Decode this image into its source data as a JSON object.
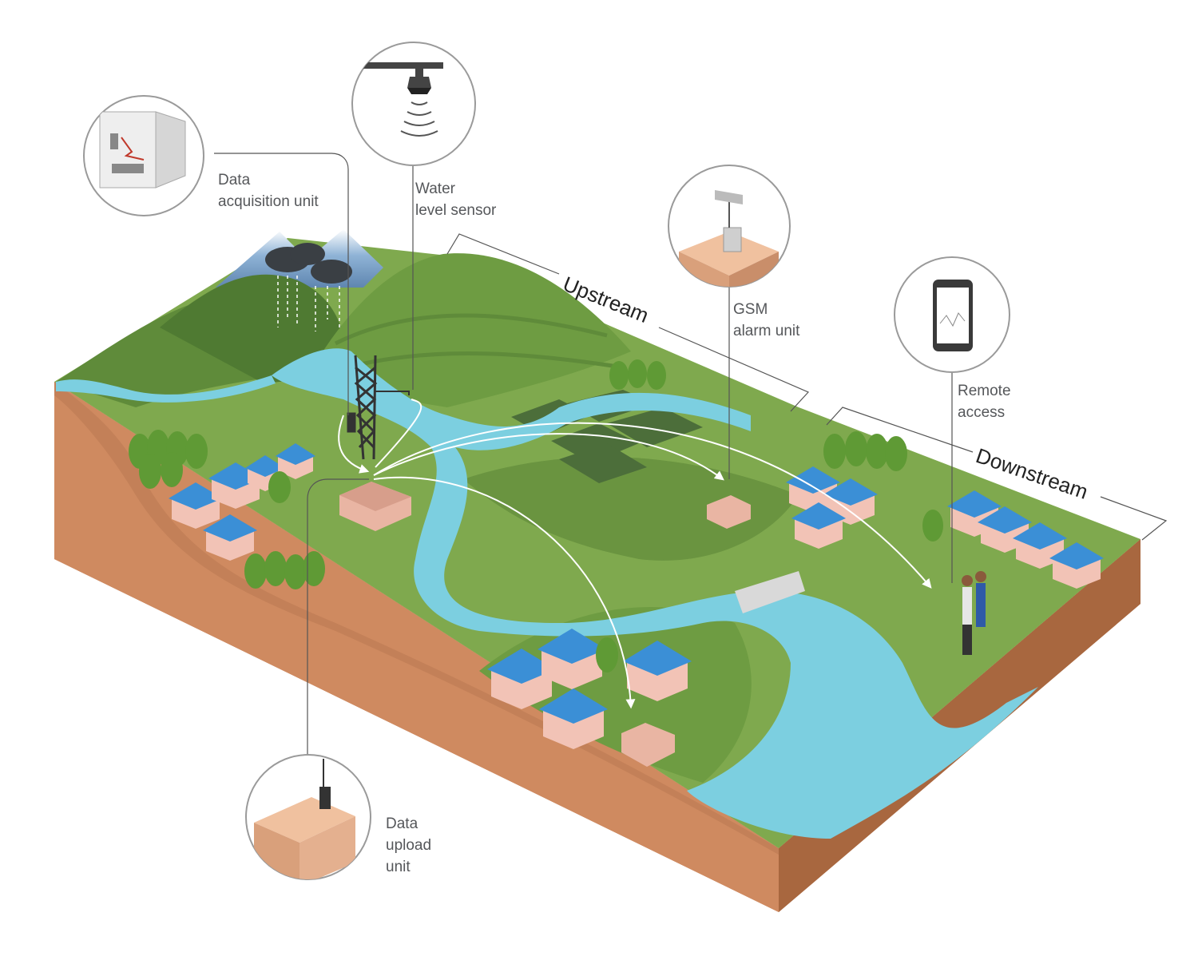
{
  "labels": {
    "data_acquisition": [
      "Data",
      "acquisition unit"
    ],
    "water_level_sensor": [
      "Water",
      "level sensor"
    ],
    "gsm_alarm": [
      "GSM",
      "alarm unit"
    ],
    "remote_access": [
      "Remote",
      "access"
    ],
    "data_upload": [
      "Data",
      "upload",
      "unit"
    ]
  },
  "regions": {
    "upstream": "Upstream",
    "downstream": "Downstream"
  },
  "colors": {
    "soil": "#c9825a",
    "soil_dark": "#a8673f",
    "grass": "#7fa94e",
    "grass_dark": "#5f8b3a",
    "water": "#7ccfe0",
    "roof": "#3b8fd6",
    "wall": "#f2c3b6",
    "callout_ring": "#9a9a9a",
    "label_text": "#55575a"
  },
  "icons": [
    "data-cabinet-icon",
    "water-sensor-icon",
    "gsm-antenna-icon",
    "smartphone-icon",
    "upload-building-icon"
  ]
}
